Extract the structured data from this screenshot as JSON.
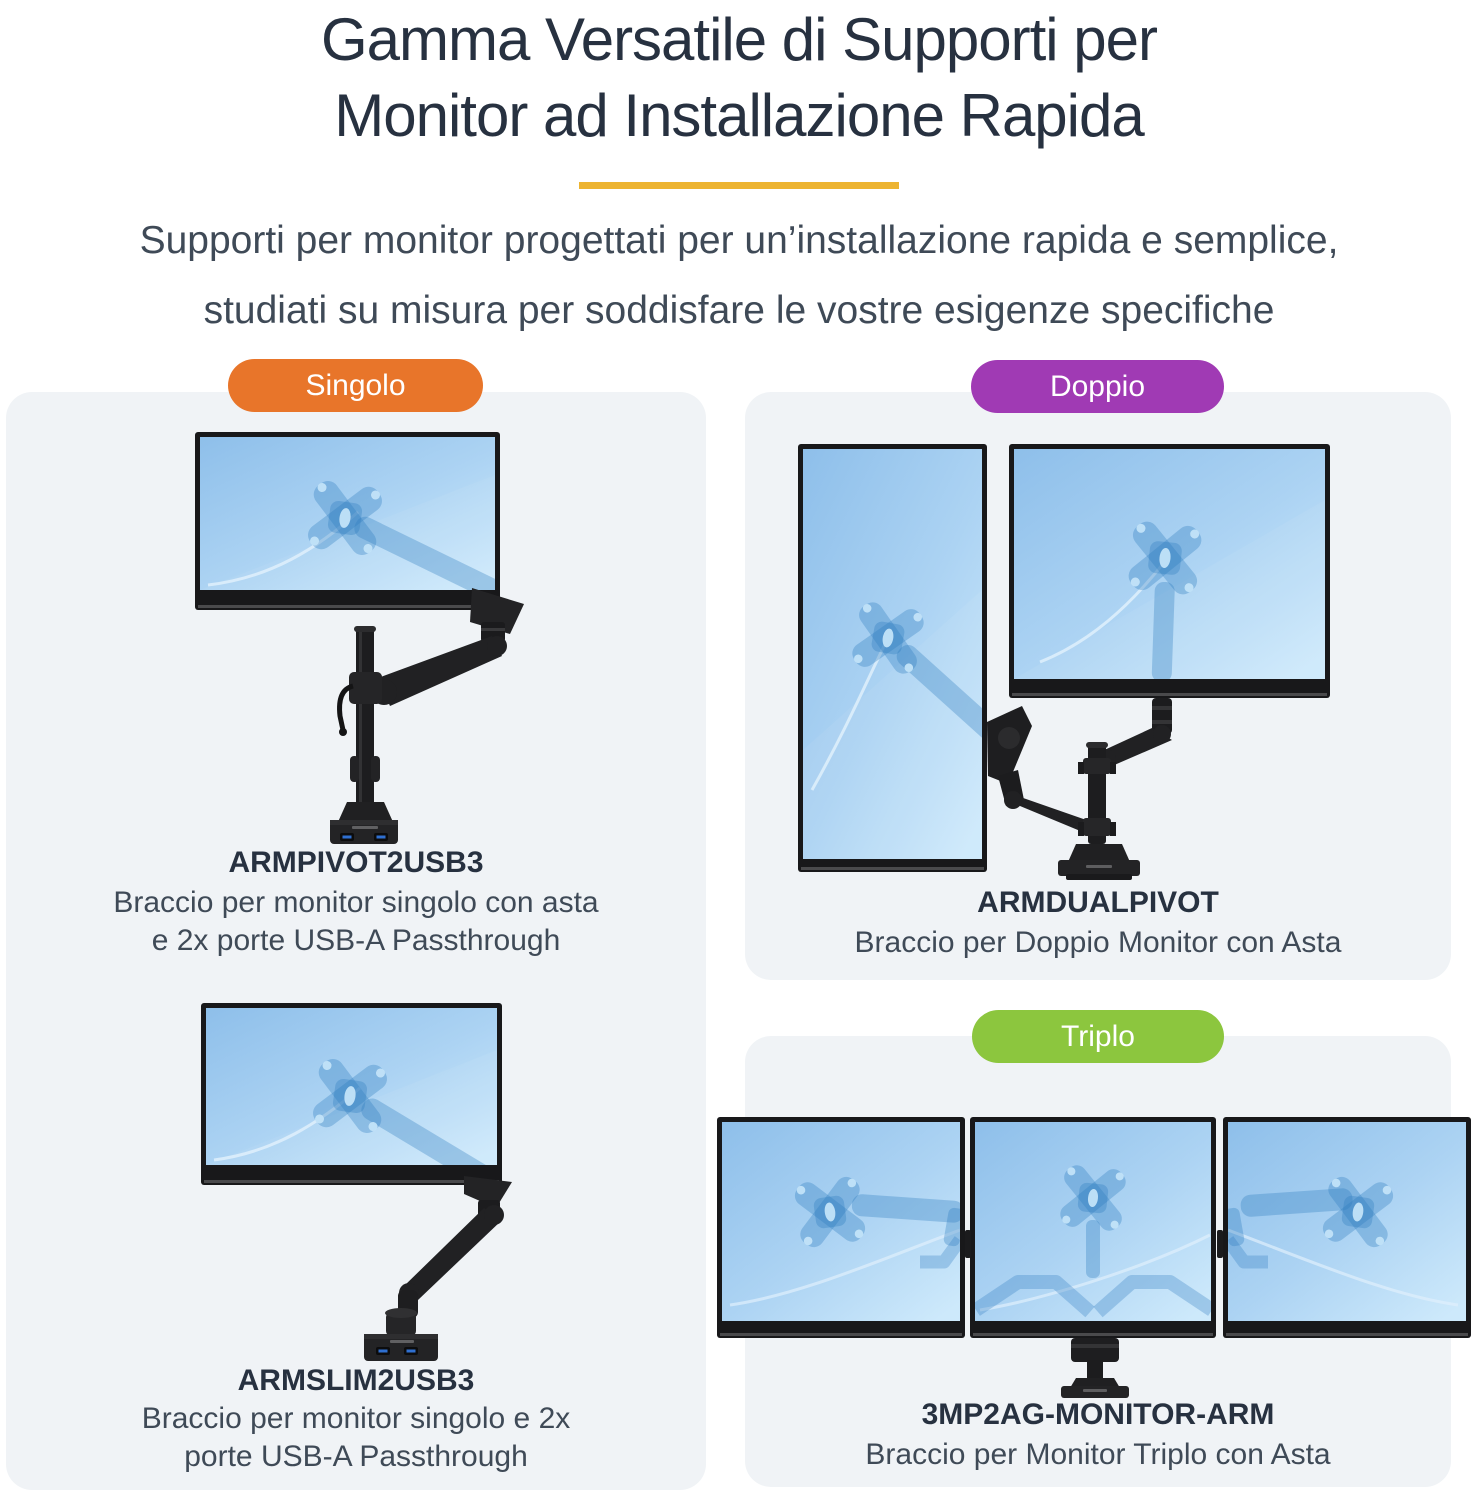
{
  "header": {
    "title_line1": "Gamma Versatile di Supporti per",
    "title_line2": "Monitor ad Installazione Rapida",
    "subtitle_line1": "Supporti per monitor progettati per un’installazione rapida e semplice,",
    "subtitle_line2": "studiati su misura per soddisfare le vostre esigenze specifiche"
  },
  "colors": {
    "title_text": "#273140",
    "body_text": "#3F4A57",
    "divider_yellow": "#EDB431",
    "badge_singolo": "#E8752A",
    "badge_doppio": "#A03AB4",
    "badge_triplo": "#8CC63E",
    "panel_background": "#F0F3F6",
    "screen_blue": "#9BC9F0",
    "hardware_black": "#1E1E20"
  },
  "categories": {
    "singolo": {
      "badge_label": "Singolo",
      "products": [
        {
          "code": "ARMPIVOT2USB3",
          "desc_line1": "Braccio per monitor singolo con asta",
          "desc_line2": "e 2x porte USB-A Passthrough"
        },
        {
          "code": "ARMSLIM2USB3",
          "desc_line1": "Braccio per monitor singolo e 2x",
          "desc_line2": "porte USB-A Passthrough"
        }
      ]
    },
    "doppio": {
      "badge_label": "Doppio",
      "products": [
        {
          "code": "ARMDUALPIVOT",
          "desc_line1": "Braccio per Doppio Monitor con Asta",
          "desc_line2": ""
        }
      ]
    },
    "triplo": {
      "badge_label": "Triplo",
      "products": [
        {
          "code": "3MP2AG-MONITOR-ARM",
          "desc_line1": "Braccio per Monitor Triplo con Asta",
          "desc_line2": ""
        }
      ]
    }
  }
}
